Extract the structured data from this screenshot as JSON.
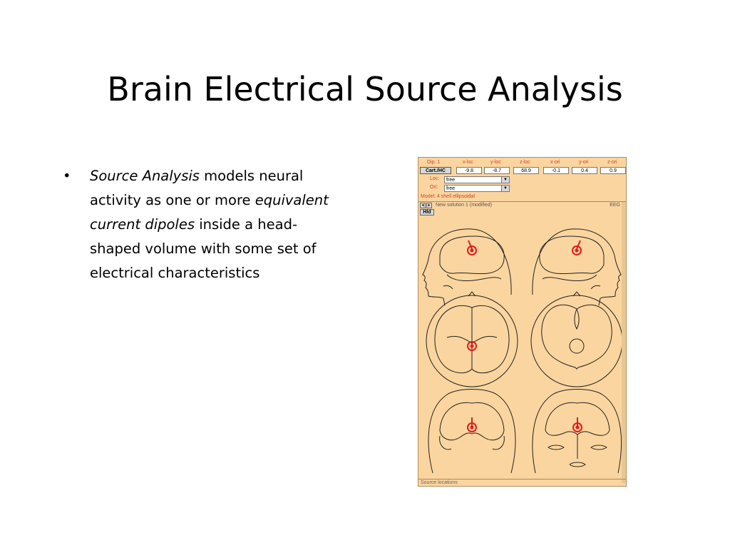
{
  "slide": {
    "title": "Brain Electrical Source Analysis",
    "bullet": {
      "dot": "•",
      "term": "Source Analysis",
      "text1": " models neural activity as one or more ",
      "term2": "equivalent current dipoles",
      "text2": " inside a head-shaped volume with some set of electrical characteristics"
    }
  },
  "panel": {
    "headers": [
      "Dip. 1",
      "x-loc",
      "y-loc",
      "z-loc",
      "x-ori",
      "y-ori",
      "z-ori"
    ],
    "cart_button": "Cart./HC",
    "values": [
      "-9.8",
      "-8.7",
      "68.9",
      "-0.1",
      "0.4",
      "0.9"
    ],
    "loc_label": "Loc:",
    "loc_value": "free",
    "ori_label": "Ori:",
    "ori_value": "free",
    "model": "Model: 4 shell ellipsoidal",
    "solution": "New solution 1 (modified)",
    "eeg": "EEG",
    "hld_button": "Hld",
    "status": "Source locations",
    "colors": {
      "background": "#fbd59f",
      "label": "#d4402a",
      "dipole": "#e31b1b"
    }
  }
}
